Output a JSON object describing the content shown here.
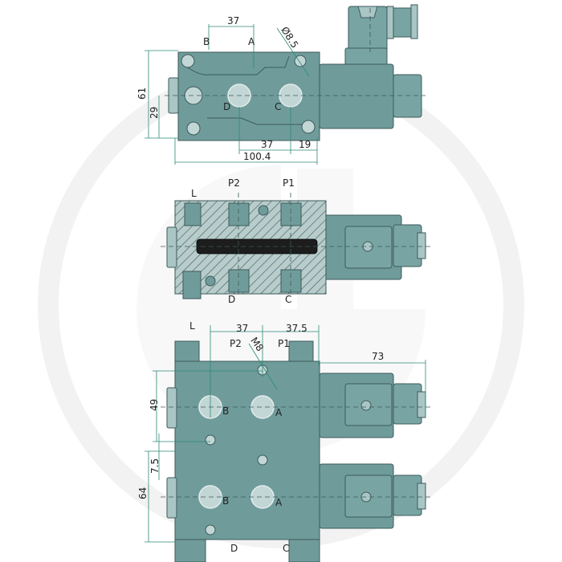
{
  "figure": {
    "description": "Hydraulic solenoid directional valve technical drawing with three views",
    "colors": {
      "body": "#6f9c9b",
      "body_outline": "#3d5a5a",
      "dimension_line": "#2d8a78",
      "spool": "#1d1d1d",
      "port_face": "#c2d6d5",
      "watermark": "#f2f2f2",
      "background": "#ffffff"
    }
  },
  "top_view": {
    "port_labels": {
      "B": "B",
      "A": "A",
      "D": "D",
      "C": "C"
    },
    "dimensions": {
      "ba_spacing": "37",
      "hole_diameter": "Ø8.5",
      "height": "61",
      "port_height": "29",
      "dc_spacing": "37",
      "c_to_edge": "19",
      "overall_length": "100.4"
    }
  },
  "section_view": {
    "port_labels": {
      "L": "L",
      "P2": "P2",
      "P1": "P1",
      "D": "D",
      "C": "C"
    }
  },
  "stack_view": {
    "port_labels": {
      "L": "L",
      "P2": "P2",
      "P1": "P1",
      "B_upper": "B",
      "A_upper": "A",
      "B_lower": "B",
      "A_lower": "A",
      "D": "D",
      "C": "C"
    },
    "dimensions": {
      "p2_spacing": "37",
      "p1_spacing": "37.5",
      "thread": "M8",
      "solenoid_length": "73",
      "upper_section_height": "49",
      "gap": "7.5",
      "lower_section_height": "64"
    }
  }
}
